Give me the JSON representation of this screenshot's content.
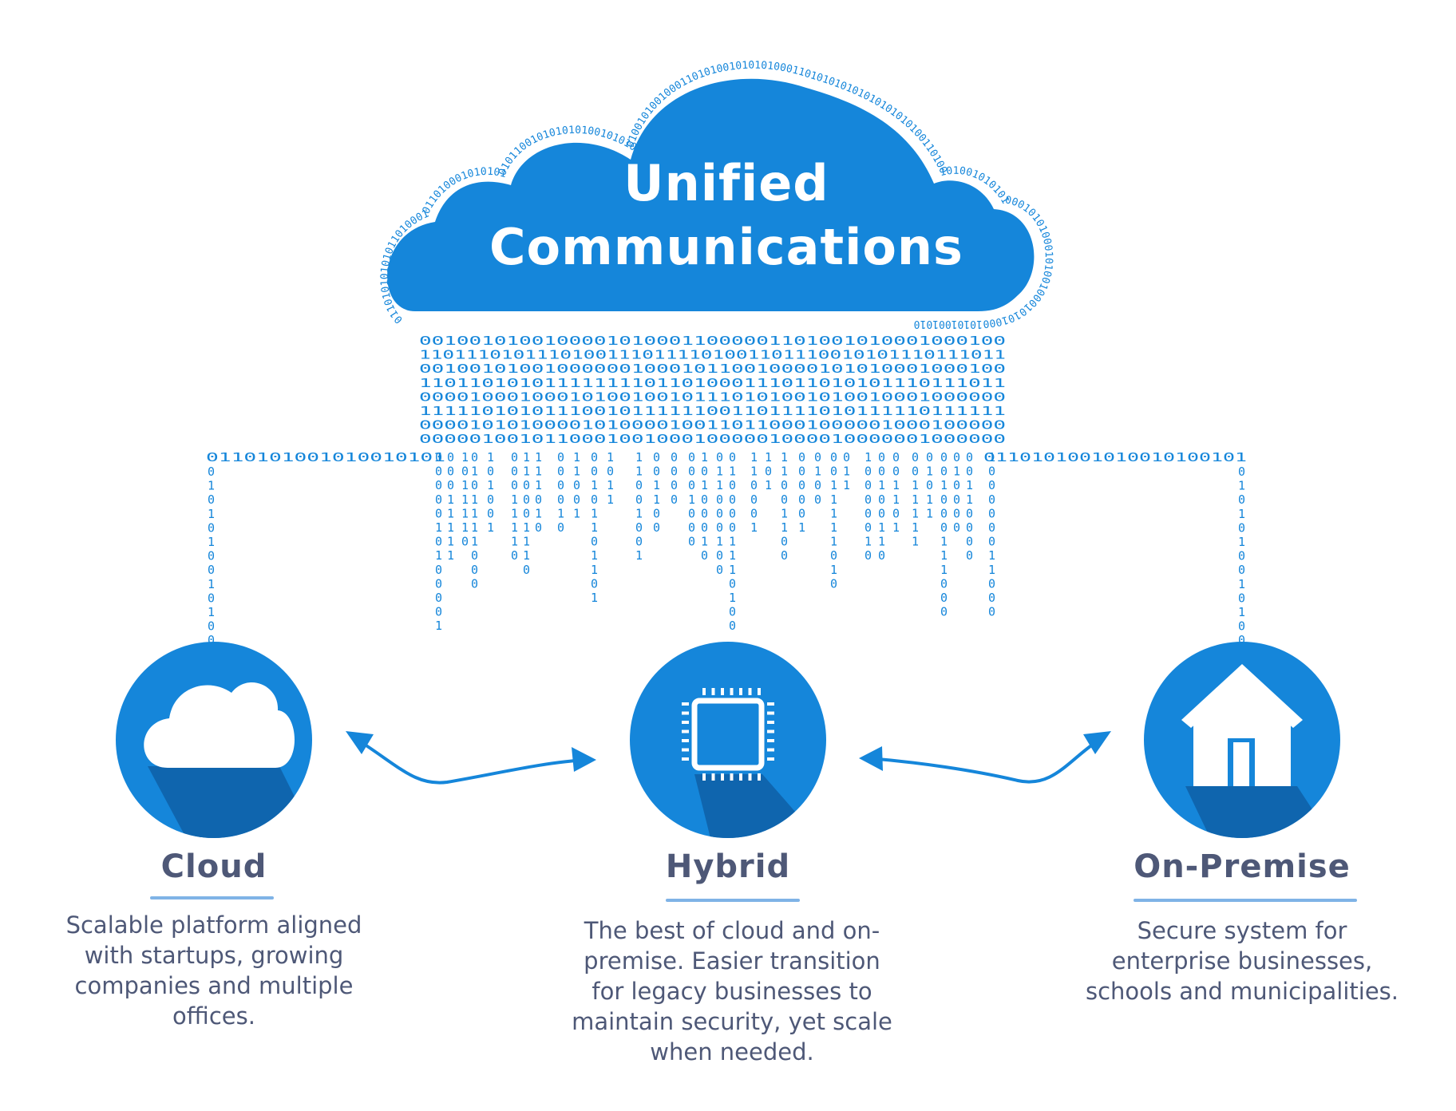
{
  "title": {
    "line1": "Unified",
    "line2": "Communications"
  },
  "colors": {
    "primary_blue": "#1586da",
    "shadow_blue": "#0e5fa6",
    "text": "#4e5877",
    "underline": "#7fb3e6"
  },
  "binary": {
    "cloud_outline": "011010101010110100010110100010101010101100101010101001010100100101001000110101001010101000110101010101010101010100110100101001010101000101010001010010001010100010101001010",
    "rain_rows": [
      "00100101001000010100011000001101001010001000100",
      "11011101011101001110111101001101110010101110111011",
      "00100101001000000100010110010000101010001000100",
      "11011010101111111101101000111011010101110111011",
      "00001000100010100100101110101001010010001000000",
      "11111010101110010111111001101111010111110111111",
      "00001010100001010000100110110001000001000100000",
      "00000100101100010010001000001000010000001000000"
    ],
    "left_branch": "0110101001010010101",
    "right_branch": "0110101001010010100101",
    "left_drop": "0101010010100",
    "right_drop": "01010100101000"
  },
  "nodes": [
    {
      "id": "cloud",
      "icon": "cloud-icon",
      "label": "Cloud",
      "description": "Scalable platform aligned with startups, growing companies and multiple offices."
    },
    {
      "id": "hybrid",
      "icon": "chip-icon",
      "label": "Hybrid",
      "description": "The best of cloud and on-premise. Easier transition for legacy businesses to maintain security, yet scale when needed."
    },
    {
      "id": "on-premise",
      "icon": "house-icon",
      "label": "On-Premise",
      "description": "Secure system for enterprise businesses, schools and municipalities."
    }
  ]
}
